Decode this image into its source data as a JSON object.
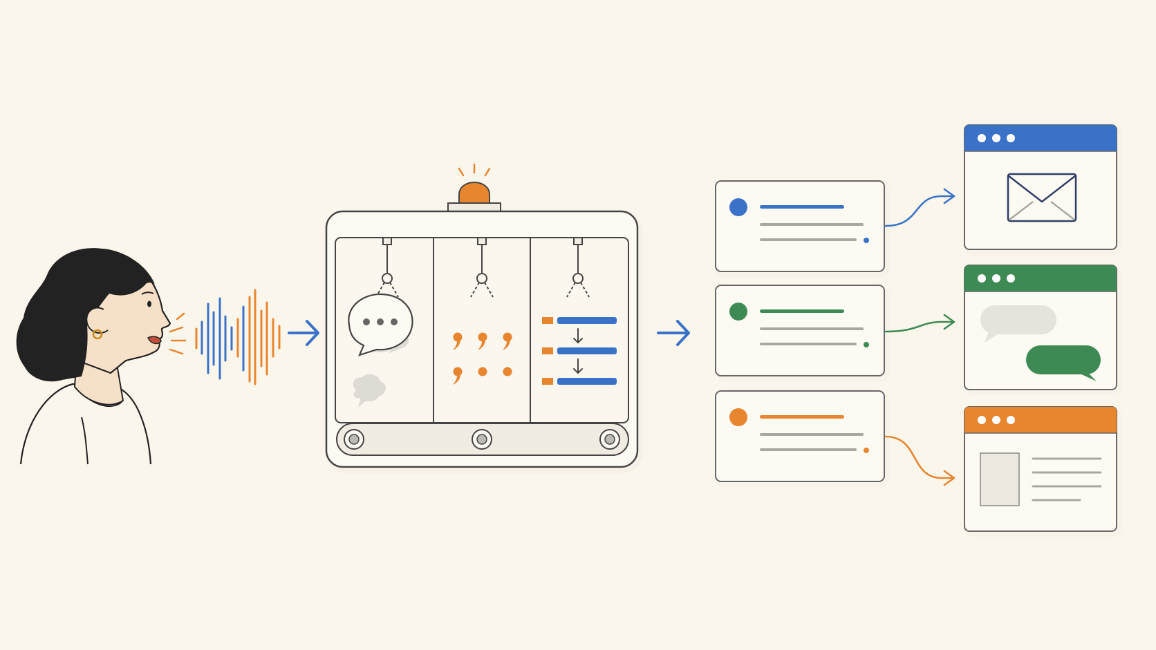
{
  "diagram": {
    "type": "voice-to-structured-output pipeline illustration",
    "text_labels": [],
    "stages": [
      "speaker",
      "sound-wave",
      "processing-machine",
      "result-cards",
      "output-windows"
    ],
    "machine": {
      "compartments": [
        "speech-bubbles",
        "punctuation",
        "ordered-steps"
      ],
      "has_alarm_light": true,
      "conveyor_rollers": 3
    },
    "result_cards": [
      {
        "id": "blue",
        "color": "#3a72c8",
        "target": "email-window"
      },
      {
        "id": "green",
        "color": "#3e8a55",
        "target": "chat-window"
      },
      {
        "id": "orange",
        "color": "#e8852f",
        "target": "document-window"
      }
    ],
    "output_windows": [
      {
        "id": "email",
        "header_color": "#3a72c8",
        "icon": "envelope-icon"
      },
      {
        "id": "chat",
        "header_color": "#3e8a55",
        "icon": "chat-bubbles-icon"
      },
      {
        "id": "document",
        "header_color": "#e8852f",
        "icon": "document-layout-icon"
      }
    ],
    "colors": {
      "background": "#fbf6ec",
      "blue": "#3a72c8",
      "green": "#3e8a55",
      "orange": "#e8852f",
      "outline": "#444444",
      "gray_line": "#a8a8a0"
    }
  }
}
